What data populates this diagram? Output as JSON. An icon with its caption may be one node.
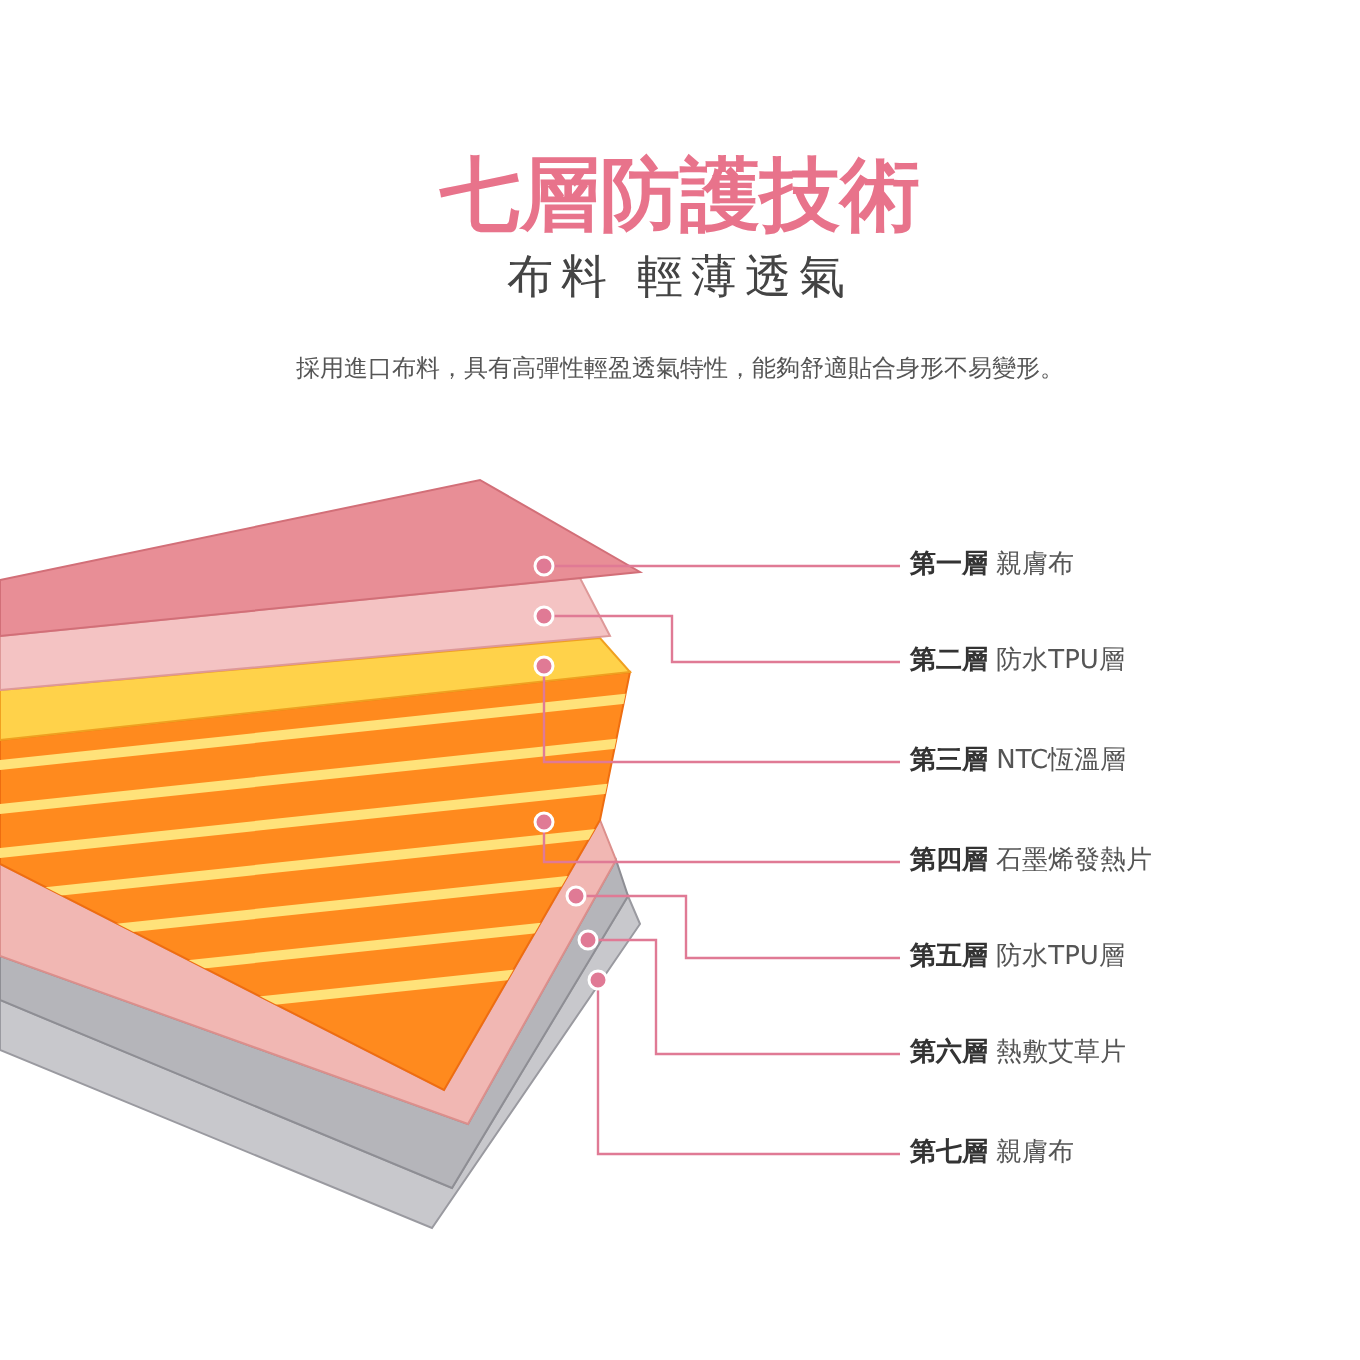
{
  "diagram": {
    "title": "七層防護技術",
    "nodes": [
      {
        "text": [],
        "shape": "band"
      },
      {
        "text": [],
        "shape": "band"
      },
      {
        "text": [],
        "shape": "band"
      },
      {
        "text": [],
        "shape": "band"
      },
      {
        "text": [],
        "shape": "band"
      },
      {
        "text": [],
        "shape": "band"
      },
      {
        "text": [],
        "shape": "band"
      },
      {
        "text": [
          "**第一層** 親膚布"
        ]
      },
      {
        "text": [
          "**第二層** 防水TPU層"
        ]
      },
      {
        "text": [
          "**第三層** NTC恆溫層"
        ]
      },
      {
        "text": [
          "**第四層** 石墨烯發熱片"
        ]
      },
      {
        "text": [
          "**第五層** 防水TPU層"
        ]
      },
      {
        "text": [
          "**第六層** 熱敷艾草片"
        ]
      },
      {
        "text": [
          "**第七層** 親膚布"
        ]
      }
    ],
    "edges": [
      {
        "from": 7,
        "to": 0,
        "arrow": "other"
      },
      {
        "from": 8,
        "to": 1,
        "arrow": "other"
      },
      {
        "from": 9,
        "to": 2,
        "arrow": "other"
      },
      {
        "from": 10,
        "to": 3,
        "arrow": "other"
      },
      {
        "from": 11,
        "to": 4,
        "arrow": "other"
      },
      {
        "from": 12,
        "to": 5,
        "arrow": "other"
      },
      {
        "from": 13,
        "to": 6,
        "arrow": "other"
      }
    ],
    "labels": [
      "布料 輕薄透氣",
      "採用進口布料，具有高彈性輕盈透氣特性，能夠舒適貼合身形不易變形。"
    ]
  }
}
